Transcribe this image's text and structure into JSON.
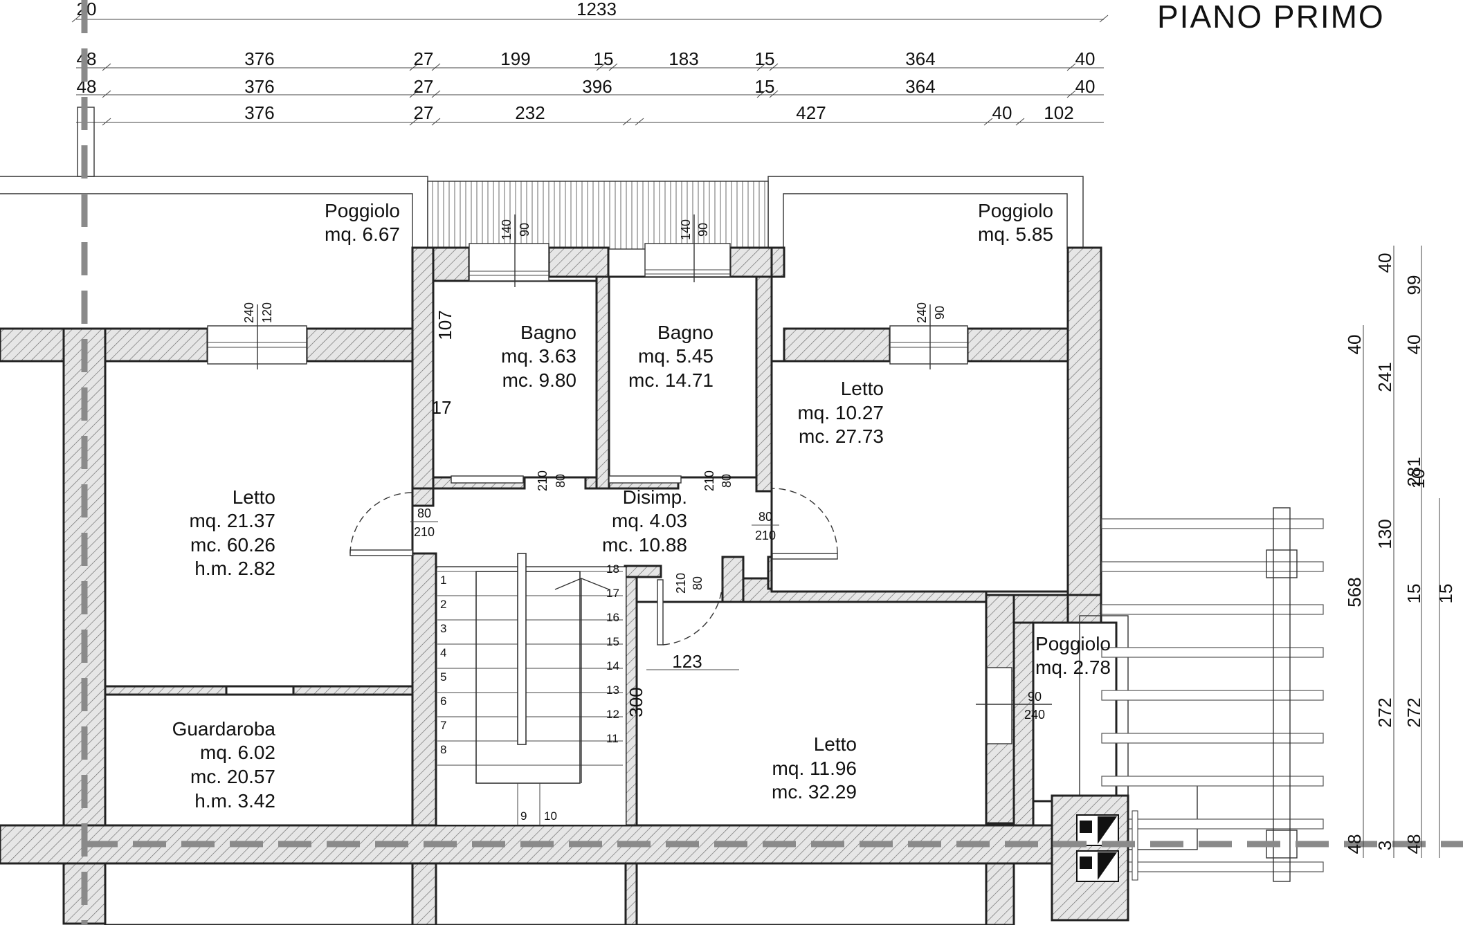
{
  "title": "PIANO PRIMO",
  "dims_top": {
    "row0": [
      "20",
      "1233"
    ],
    "row1": [
      "48",
      "376",
      "27",
      "199",
      "15",
      "183",
      "15",
      "364",
      "40"
    ],
    "row2": [
      "48",
      "376",
      "27",
      "396",
      "15",
      "364",
      "40"
    ],
    "row3": [
      "376",
      "27",
      "232",
      "427",
      "40",
      "102"
    ]
  },
  "dims_right": {
    "a": [
      "40",
      "99"
    ],
    "b": [
      "40",
      "241",
      "40"
    ],
    "c": [
      "281",
      "10"
    ],
    "d": [
      "130",
      "568",
      "15",
      "15"
    ],
    "e": [
      "272",
      "272"
    ],
    "f": [
      "48",
      "3",
      "48"
    ]
  },
  "rooms": {
    "poggiolo_left": {
      "name": "Poggiolo",
      "mq": "mq. 6.67"
    },
    "poggiolo_right": {
      "name": "Poggiolo",
      "mq": "mq. 5.85"
    },
    "poggiolo_small": {
      "name": "Poggiolo",
      "mq": "mq. 2.78"
    },
    "bagno1": {
      "name": "Bagno",
      "mq": "mq.  3.63",
      "mc": "mc.  9.80"
    },
    "bagno2": {
      "name": "Bagno",
      "mq": "mq.  5.45",
      "mc": "mc. 14.71"
    },
    "letto_left": {
      "name": "Letto",
      "mq": "mq. 21.37",
      "mc": "mc. 60.26",
      "hm": "h.m.  2.82"
    },
    "letto_right": {
      "name": "Letto",
      "mq": "mq. 10.27",
      "mc": "mc. 27.73"
    },
    "letto_bottom": {
      "name": "Letto",
      "mq": "mq. 11.96",
      "mc": "mc. 32.29"
    },
    "disimpegno": {
      "name": "Disimp.",
      "mq": "mq.  4.03",
      "mc": "mc. 10.88"
    },
    "guardaroba": {
      "name": "Guardaroba",
      "mq": "mq.  6.02",
      "mc": "mc. 20.57",
      "hm": "h.m.  3.42"
    }
  },
  "openings": {
    "win_bagno1": [
      "140",
      "90"
    ],
    "win_bagno2": [
      "140",
      "90"
    ],
    "win_letto_left": [
      "240",
      "120"
    ],
    "win_letto_right": [
      "240",
      "90"
    ],
    "door_bagno1": [
      "210",
      "80"
    ],
    "door_bagno2": [
      "210",
      "80"
    ],
    "door_letto_left": [
      "80",
      "210"
    ],
    "door_letto_right": [
      "80",
      "210"
    ],
    "door_letto_bottom": [
      "210",
      "80"
    ],
    "door_poggiolo_small": [
      "90",
      "240"
    ]
  },
  "misc": {
    "dim_107": "107",
    "dim_17": "17",
    "dim_123": "123",
    "dim_300": "300"
  },
  "stairs": {
    "left_steps": [
      "1",
      "2",
      "3",
      "4",
      "5",
      "6",
      "7",
      "8"
    ],
    "right_steps": [
      "18",
      "17",
      "16",
      "15",
      "14",
      "13",
      "12",
      "11"
    ],
    "bottom_steps": [
      "9",
      "10"
    ]
  }
}
